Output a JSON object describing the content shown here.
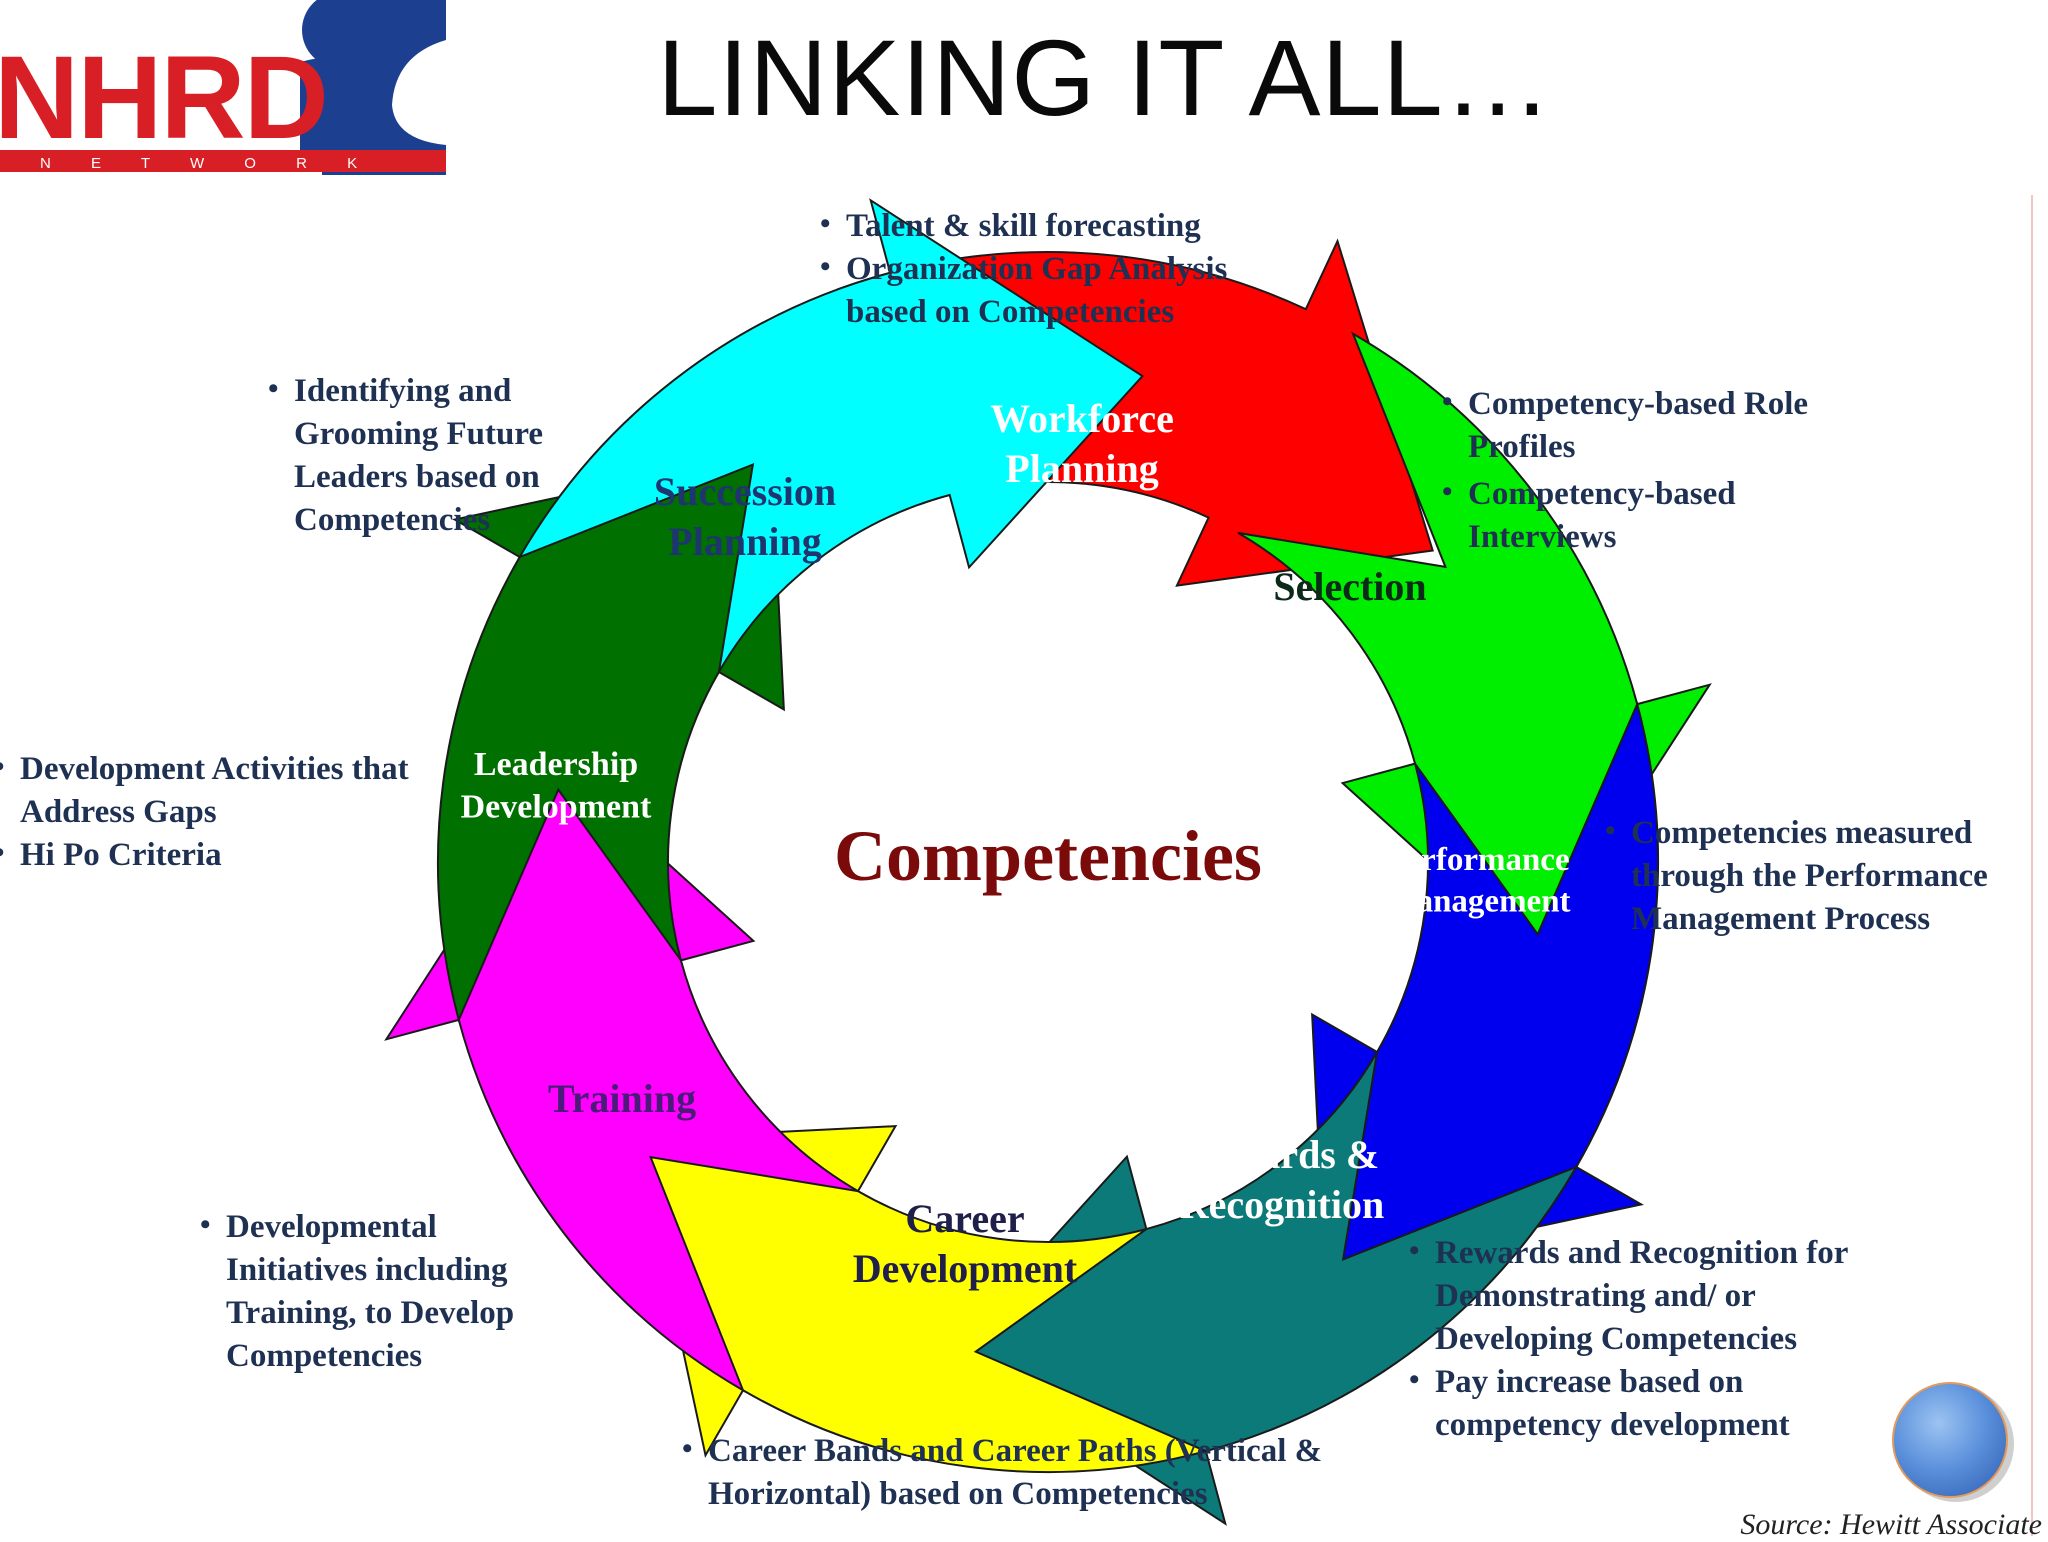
{
  "logo": {
    "text": "NHRD",
    "subtext": "N E T W O R K",
    "color_red": "#d91f26",
    "color_blue": "#1c3f8f"
  },
  "title": "LINKING IT ALL…",
  "center_label": "Competencies",
  "segments": [
    {
      "id": "workforce",
      "lines": [
        "Workforce",
        "Planning"
      ],
      "color": "#ff0000",
      "text_color": "#ffffff"
    },
    {
      "id": "selection",
      "lines": [
        "Selection"
      ],
      "color": "#00ee00",
      "text_color": "#0b2a18"
    },
    {
      "id": "performance",
      "lines": [
        "Performance",
        "Management"
      ],
      "color": "#0000ee",
      "text_color": "#ffffff"
    },
    {
      "id": "rewards",
      "lines": [
        "Rewards &",
        "Recognition"
      ],
      "color": "#0b7a78",
      "text_color": "#ffffff"
    },
    {
      "id": "career",
      "lines": [
        "Career",
        "Development"
      ],
      "color": "#ffff00",
      "text_color": "#1f1f4a"
    },
    {
      "id": "training",
      "lines": [
        "Training"
      ],
      "color": "#ff00ff",
      "text_color": "#4b1b7a"
    },
    {
      "id": "leadership",
      "lines": [
        "Leadership",
        "Development"
      ],
      "color": "#007000",
      "text_color": "#ffffff"
    },
    {
      "id": "succession",
      "lines": [
        "Succession",
        "Planning"
      ],
      "color": "#00ffff",
      "text_color": "#1f3570"
    }
  ],
  "notes": {
    "workforce": [
      "Talent & skill forecasting",
      "Organization Gap Analysis based on Competencies"
    ],
    "selection": [
      "Competency-based Role Profiles",
      "Competency-based Interviews"
    ],
    "performance": [
      "Competencies measured through the Performance Management Process"
    ],
    "rewards": [
      "Rewards and Recognition for Demonstrating and/ or Developing Competencies",
      "Pay increase based on competency development"
    ],
    "career": [
      "Career Bands and Career Paths (Vertical & Horizontal) based on Competencies"
    ],
    "training": [
      "Developmental Initiatives including Training, to Develop Competencies"
    ],
    "leadership": [
      "Development Activities that Address Gaps",
      "Hi Po Criteria"
    ],
    "succession": [
      "Identifying and Grooming Future Leaders based on Competencies"
    ]
  },
  "source": "Source: Hewitt Associate"
}
